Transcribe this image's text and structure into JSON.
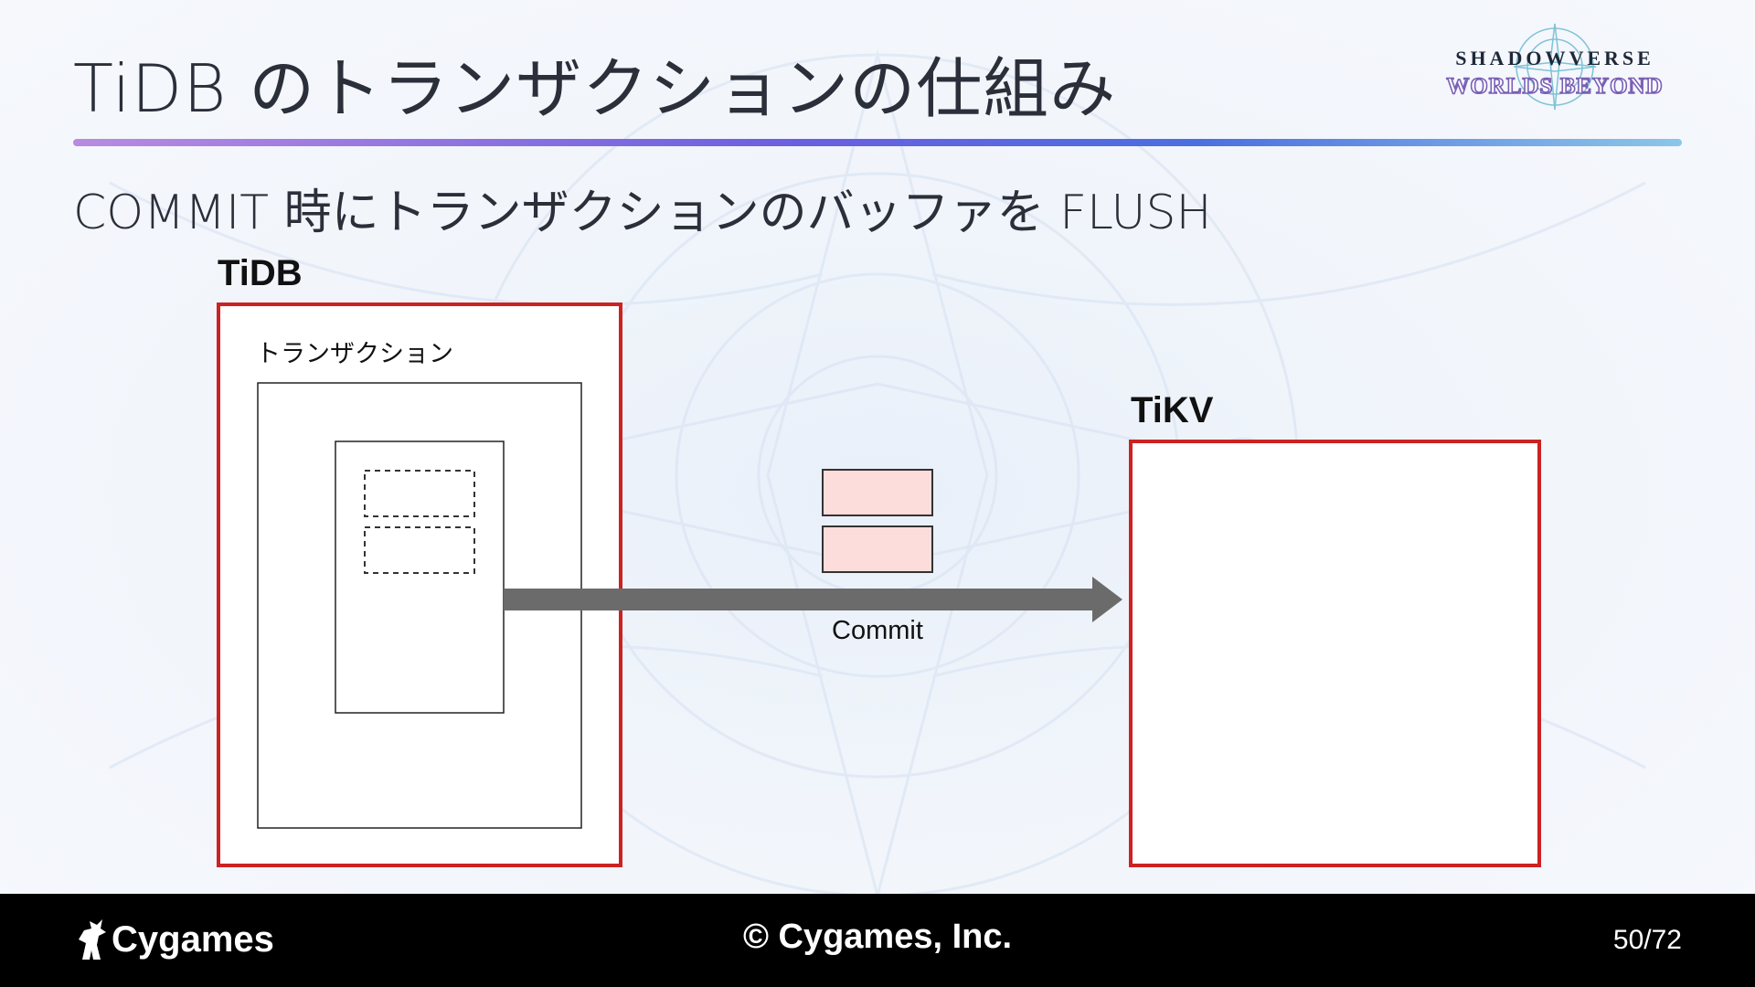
{
  "slide": {
    "title": "TiDB のトランザクションの仕組み",
    "subtitle": "COMMIT 時にトランザクションのバッファを FLUSH"
  },
  "logo": {
    "line1": "SHADOWVERSE",
    "line2": "WORLDS BEYOND"
  },
  "diagram": {
    "tidb_label": "TiDB",
    "transaction_label": "トランザクション",
    "tikv_label": "TiKV",
    "arrow_label": "Commit",
    "colors": {
      "container_border": "#cc2222",
      "record_fill": "#fddcdc",
      "arrow": "#6b6b6b"
    }
  },
  "footer": {
    "brand": "Cygames",
    "copyright": "© Cygames, Inc.",
    "page": "50/72"
  }
}
